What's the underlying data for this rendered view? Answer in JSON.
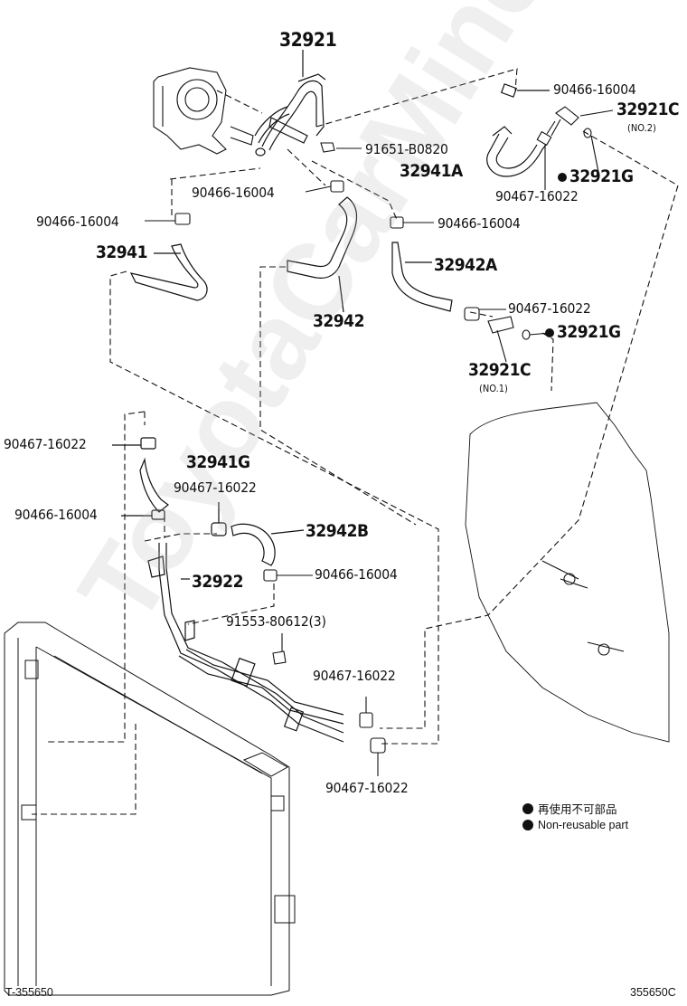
{
  "parts": {
    "p32921": "32921",
    "p90466_a": "90466-16004",
    "p32921C_top": "32921C",
    "no2": "(NO.2)",
    "p91651": "91651-B0820",
    "p32941A": "32941A",
    "p32921G_top": "32921G",
    "p90467_a": "90467-16022",
    "p90466_b": "90466-16004",
    "p90466_c": "90466-16004",
    "p90466_d": "90466-16004",
    "p32941": "32941",
    "p32942A": "32942A",
    "p32942": "32942",
    "p90467_b": "90467-16022",
    "p32921G_mid": "32921G",
    "p32921C_mid": "32921C",
    "no1": "(NO.1)",
    "p90467_c": "90467-16022",
    "p32941G": "32941G",
    "p90467_d": "90467-16022",
    "p90466_e": "90466-16004",
    "p32942B": "32942B",
    "p32922": "32922",
    "p90466_f": "90466-16004",
    "p91553": "91553-80612(3)",
    "p90467_e": "90467-16022",
    "p90467_f": "90467-16022"
  },
  "legend": {
    "jp": "再使用不可部品",
    "en": "Non-reusable part"
  },
  "codes": {
    "left": "T-355650",
    "right": "355650C"
  },
  "watermark": "ToyotaCarMine.ru"
}
